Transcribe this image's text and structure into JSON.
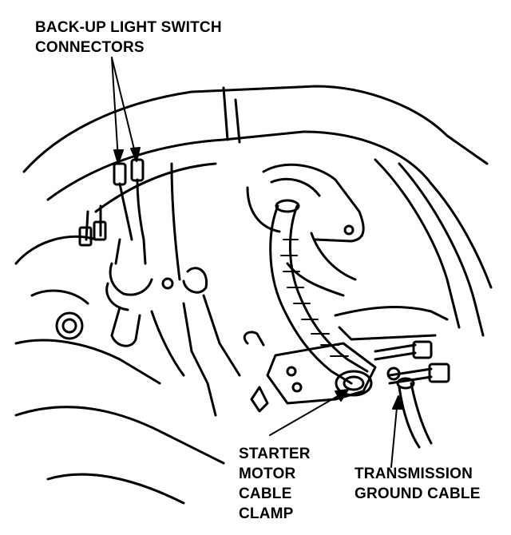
{
  "labels": {
    "backup_switch": [
      "BACK-UP LIGHT SWITCH",
      "CONNECTORS"
    ],
    "starter_clamp": [
      "STARTER",
      "MOTOR",
      "CABLE",
      "CLAMP"
    ],
    "ground_cable": [
      "TRANSMISSION",
      "GROUND CABLE"
    ]
  },
  "colors": {
    "ink": "#000000",
    "paper": "#ffffff"
  }
}
